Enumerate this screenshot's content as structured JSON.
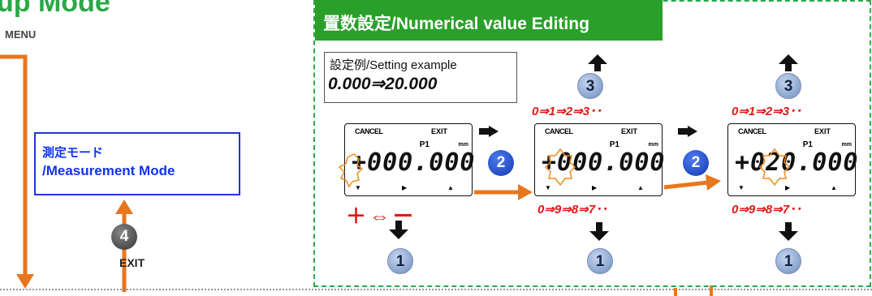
{
  "title": "up Mode",
  "menu_label": "MENU",
  "measurement_box": {
    "line1": "測定モード",
    "line2": "/Measurement Mode"
  },
  "exit_step": {
    "number": "4",
    "label": "EXIT"
  },
  "editing": {
    "header": "置数設定/Numerical value Editing",
    "example_label": "設定例/Setting example",
    "example_value": "0.000⇒20.000",
    "sign_toggle": "＋⇔ー",
    "up_sequence": "0⇒1⇒2⇒3･･",
    "down_sequence": "0⇒9⇒8⇒7･･",
    "step_up": "3",
    "step_down": "1",
    "step_next": "2"
  },
  "lcd": {
    "cancel": "CANCEL",
    "exit": "EXIT",
    "p1": "P1",
    "unit": "mm",
    "displays": [
      "+000.000",
      "+000.000",
      "+020.000"
    ]
  },
  "colors": {
    "accent_green": "#2aa02a",
    "arrow_orange": "#e8761e",
    "red_text": "#e01818",
    "blue_text": "#1133ee"
  }
}
